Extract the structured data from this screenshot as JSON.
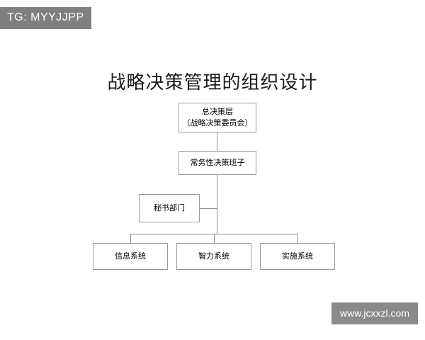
{
  "watermarks": {
    "tg_tag": "TG: MYYJJPP",
    "site": "www.jcxxzl.com"
  },
  "chart_data": {
    "type": "diagram",
    "diagram_kind": "organization-chart",
    "title": "战略决策管理的组织设计",
    "nodes": [
      {
        "id": "top",
        "label_line1": "总决策层",
        "label_line2": "（战略决策委员会）",
        "level": 0
      },
      {
        "id": "standing",
        "label_line1": "常务性决策班子",
        "label_line2": "",
        "level": 1
      },
      {
        "id": "secretary",
        "label_line1": "秘书部门",
        "label_line2": "",
        "level": 2
      },
      {
        "id": "info",
        "label_line1": "信息系统",
        "label_line2": "",
        "level": 3
      },
      {
        "id": "intel",
        "label_line1": "智力系统",
        "label_line2": "",
        "level": 3
      },
      {
        "id": "impl",
        "label_line1": "实施系统",
        "label_line2": "",
        "level": 3
      }
    ],
    "edges": [
      {
        "from": "top",
        "to": "standing"
      },
      {
        "from": "standing",
        "to": "secretary"
      },
      {
        "from": "standing",
        "to": "info"
      },
      {
        "from": "standing",
        "to": "intel"
      },
      {
        "from": "standing",
        "to": "impl"
      }
    ],
    "colors": {
      "background": "#ffffff",
      "node_border": "#9a9a9a",
      "connector": "#8e8e8e",
      "text": "#000000",
      "badge_gray": "#7f7f7f"
    }
  }
}
